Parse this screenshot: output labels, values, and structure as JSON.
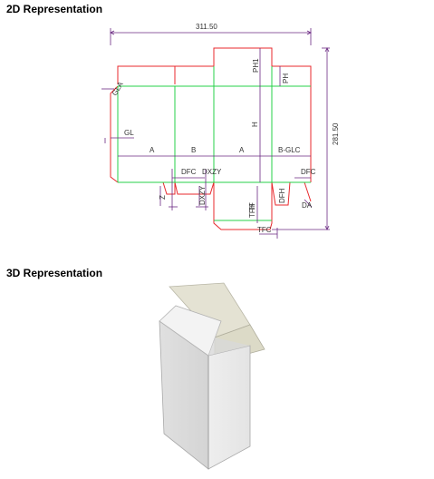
{
  "sections": {
    "two_d_title": "2D Representation",
    "three_d_title": "3D Representation"
  },
  "dimensions": {
    "overall_width": "311.50",
    "overall_height": "281.50",
    "panel_a": "A",
    "panel_b": "B",
    "panel_a2": "A",
    "panel_b_glc": "B-GLC",
    "glue_flap": "GL",
    "height": "H",
    "top_tuck": "PH1",
    "top_flap": "PH",
    "dust_flap_clear": "DFC",
    "dust_flap_clear_2": "DFC",
    "dust_flap_height": "DFH",
    "tuck_flap": "TF",
    "tuck_flap_height": "TFH",
    "tuck_clear": "TFC",
    "dust_z": "Z",
    "dust_x": "DX",
    "dust_y": "ZY",
    "dust_xy": "DXZY",
    "glue_angle": "GLA",
    "corner_a": "A",
    "corner_d": "DA"
  },
  "colors": {
    "cut_line": "#e8292e",
    "crease_line": "#27d14a",
    "dimension_line": "#6b2a83",
    "box_face_light": "#f1f1f1",
    "box_face_mid": "#d9d9d9",
    "box_face_dark": "#c6c6c6",
    "lid_face": "#e3e1cf"
  }
}
